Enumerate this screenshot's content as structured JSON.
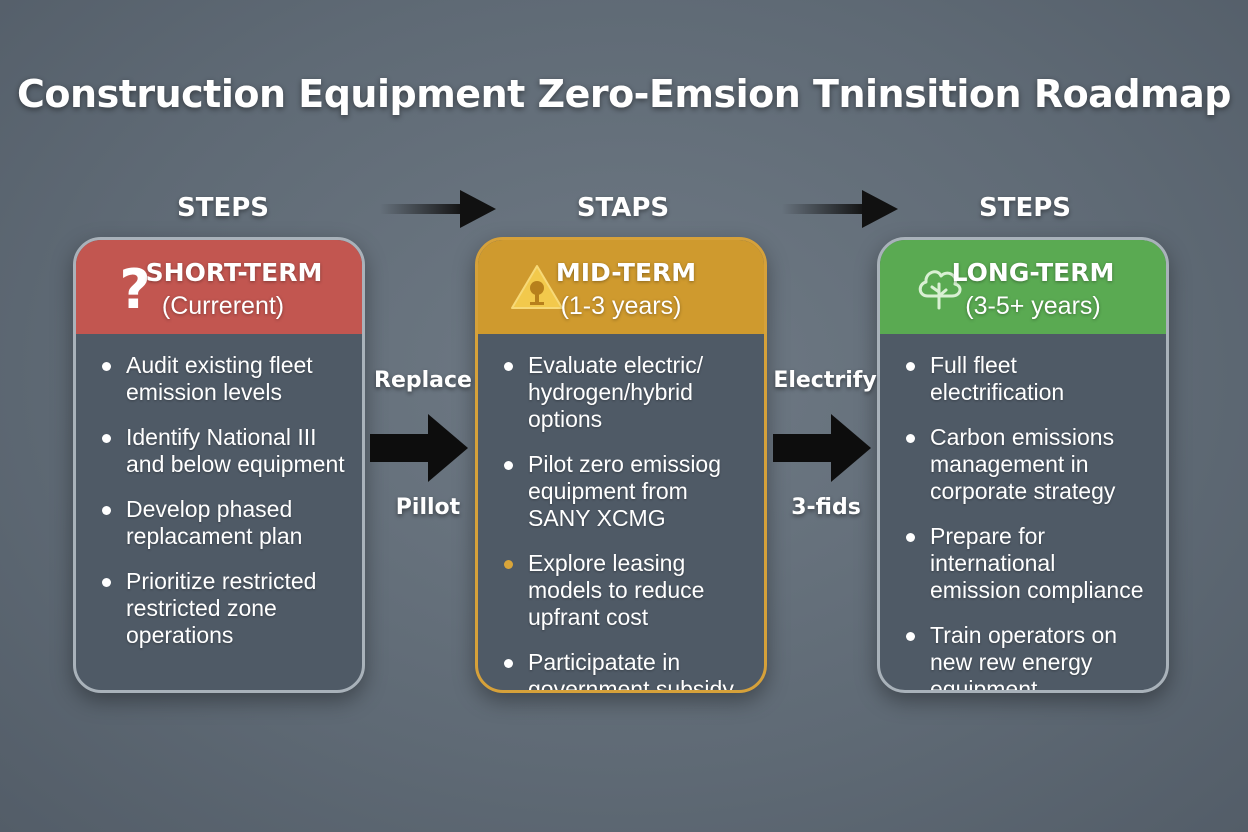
{
  "title": "Construction Equipment Zero-Emsion Tninsition Roadmap",
  "step_labels": [
    "STEPS",
    "STAPS",
    "STEPS"
  ],
  "transitions": [
    {
      "top_label": "Replace",
      "bottom_label": "Pillot"
    },
    {
      "top_label": "Electrify",
      "bottom_label": "3-fids"
    }
  ],
  "phases": [
    {
      "title": "SHORT-TERM",
      "subtitle": "(Currerent)",
      "icon": "question-mark-icon",
      "color": "#c25650",
      "bullets": [
        "Audit existing fleet emission levels",
        "Identify National III and below equipment",
        "Develop phased replacament plan",
        "Prioritize restricted restricted zone operations"
      ]
    },
    {
      "title": "MID-TERM",
      "subtitle": "(1-3 years)",
      "icon": "warning-triangle-icon",
      "color": "#cf9a2e",
      "bullets": [
        "Evaluate electric/ hydrogen/hybrid options",
        "Pilot zero emissiog equipment from SANY XCMG",
        "Explore leasing models to reduce upfrant cost",
        "Participatate in government subsidy programs"
      ]
    },
    {
      "title": "LONG-TERM",
      "subtitle": "(3-5+ years)",
      "icon": "tree-icon",
      "color": "#5aaa52",
      "bullets": [
        "Full fleet electrification",
        "Carbon emissions management in corporate strategy",
        "Prepare for international emission compliance",
        "Train operators on new rew energy equipment maintement"
      ]
    }
  ]
}
